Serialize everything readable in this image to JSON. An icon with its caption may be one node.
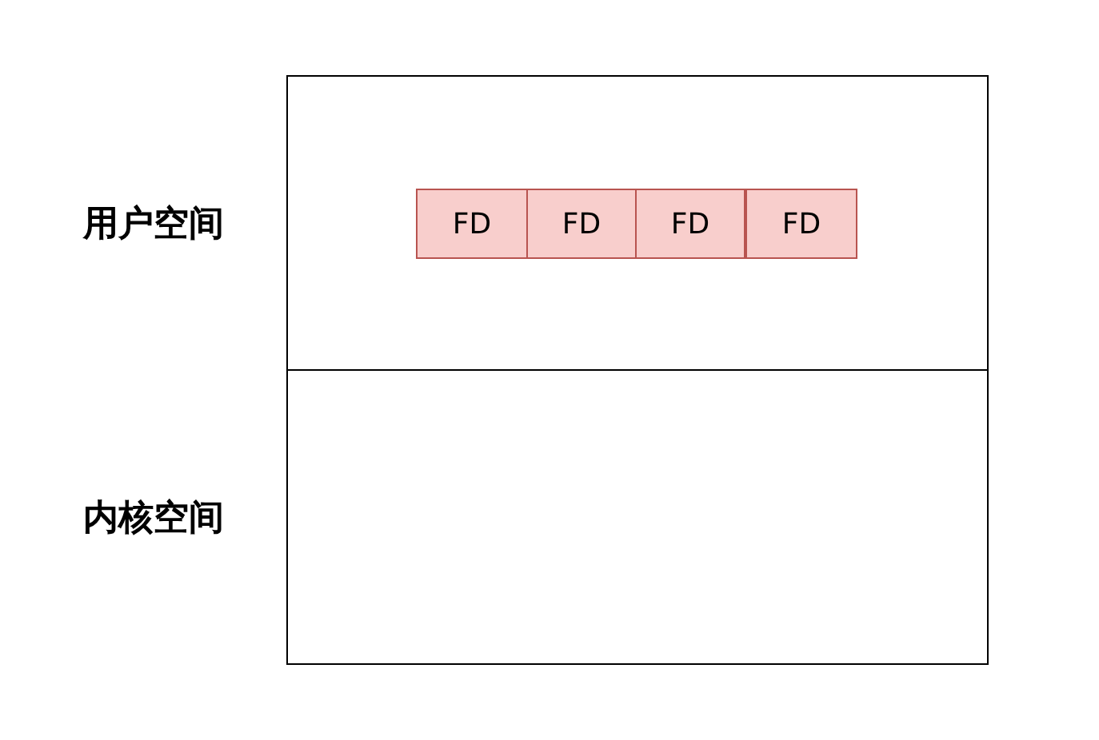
{
  "diagram": {
    "nodes": [
      {
        "text": [
          "用户空间"
        ]
      },
      {
        "text": [
          "FD"
        ],
        "in": 0
      },
      {
        "text": [
          "FD"
        ],
        "in": 0
      },
      {
        "text": [
          "FD"
        ],
        "in": 0
      },
      {
        "text": [
          "FD"
        ],
        "in": 0
      },
      {
        "text": [
          "内核空间"
        ]
      }
    ]
  }
}
